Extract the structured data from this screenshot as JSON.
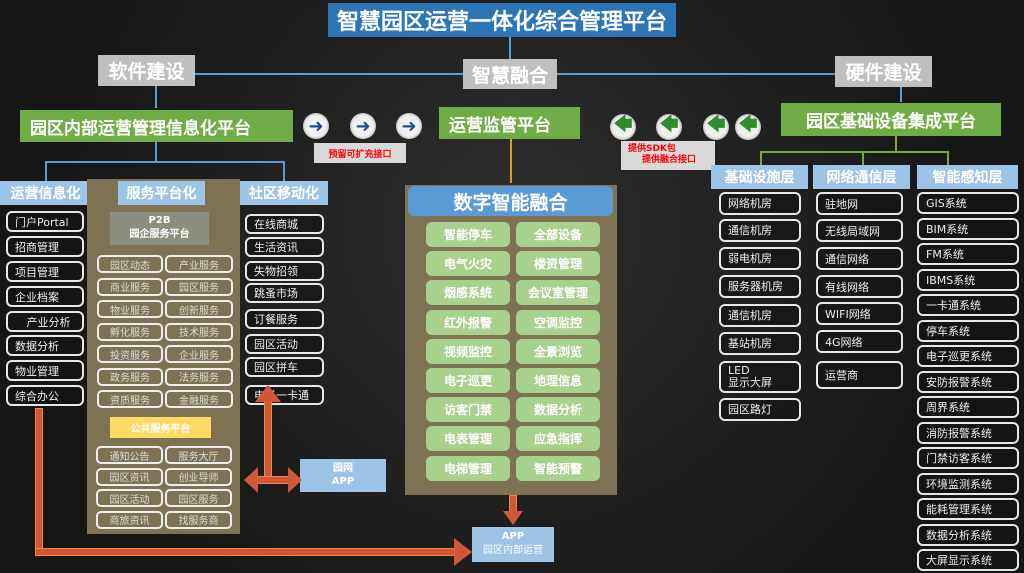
{
  "title": "智慧园区运营一体化综合管理平台",
  "categories": {
    "software": "软件建设",
    "fusion": "智慧融合",
    "hardware": "硬件建设"
  },
  "platforms": {
    "internal": "园区内部运营管理信息化平台",
    "monitor": "运营监管平台",
    "infrastructure": "园区基础设备集成平台"
  },
  "notes": {
    "reserved": "预留可扩充接口",
    "sdk_line1": "提供SDK包",
    "sdk_line2": "提供融合接口"
  },
  "colors": {
    "title_bg": "#2e75b6",
    "green": "#70ad47",
    "light_blue": "#9dc3e6",
    "olive": "#7d7352",
    "light_green": "#a9d18e",
    "arrow_orange": "#d0573a",
    "note_red": "#ff0000"
  },
  "ops_info": {
    "header": "运营信息化",
    "items": [
      "门户Portal",
      "招商管理",
      "项目管理",
      "企业档案",
      "产业分析",
      "数据分析",
      "物业管理",
      "综合办公"
    ]
  },
  "service_platform": {
    "header": "服务平台化",
    "p2b_line1": "P2B",
    "p2b_line2": "园企服务平台",
    "p2b_items": [
      [
        "园区动态",
        "产业服务"
      ],
      [
        "商业服务",
        "园区服务"
      ],
      [
        "物业服务",
        "创新服务"
      ],
      [
        "孵化服务",
        "技术服务"
      ],
      [
        "投资服务",
        "企业服务"
      ],
      [
        "政务服务",
        "法务服务"
      ],
      [
        "资质服务",
        "金融服务"
      ]
    ],
    "public_header": "公共服务平台",
    "public_items": [
      [
        "通知公告",
        "服务大厅"
      ],
      [
        "园区资讯",
        "创业导师"
      ],
      [
        "园区活动",
        "园区服务"
      ],
      [
        "商旅资讯",
        "找服务商"
      ]
    ]
  },
  "community_mobile": {
    "header": "社区移动化",
    "items": [
      "在线商城",
      "生活资讯",
      "失物招领",
      "跳蚤市场",
      "订餐服务",
      "园区活动",
      "园区拼车",
      "电子一卡通"
    ]
  },
  "app_yuanwang": {
    "line1": "园网",
    "line2": "APP"
  },
  "digital_fusion": {
    "header": "数字智能融合",
    "items": [
      [
        "智能停车",
        "全部设备"
      ],
      [
        "电气火灾",
        "楼资管理"
      ],
      [
        "烟感系统",
        "会议室管理"
      ],
      [
        "红外报警",
        "空调监控"
      ],
      [
        "视频监控",
        "全景浏览"
      ],
      [
        "电子巡更",
        "地理信息"
      ],
      [
        "访客门禁",
        "数据分析"
      ],
      [
        "电表管理",
        "应急指挥"
      ],
      [
        "电梯管理",
        "智能预警"
      ]
    ]
  },
  "app_internal": {
    "line1": "APP",
    "line2": "园区内部运营"
  },
  "infra_layer": {
    "header": "基础设施层",
    "items": [
      "网络机房",
      "通信机房",
      "弱电机房",
      "服务器机房",
      "通信机房",
      "基站机房",
      "LED\n显示大屏",
      "园区路灯"
    ]
  },
  "network_layer": {
    "header": "网络通信层",
    "items": [
      "驻地网",
      "无线局域网",
      "通信网络",
      "有线网络",
      "WIFI网络",
      "4G网络",
      "运营商"
    ]
  },
  "sensing_layer": {
    "header": "智能感知层",
    "items": [
      "GIS系统",
      "BIM系统",
      "FM系统",
      "IBMS系统",
      "一卡通系统",
      "停车系统",
      "电子巡更系统",
      "安防报警系统",
      "周界系统",
      "消防报警系统",
      "门禁访客系统",
      "环境监测系统",
      "能耗管理系统",
      "数据分析系统",
      "大屏显示系统"
    ]
  },
  "icons": {
    "right_arrow": "right-arrow-icon",
    "left_arrow": "left-arrow-icon"
  }
}
